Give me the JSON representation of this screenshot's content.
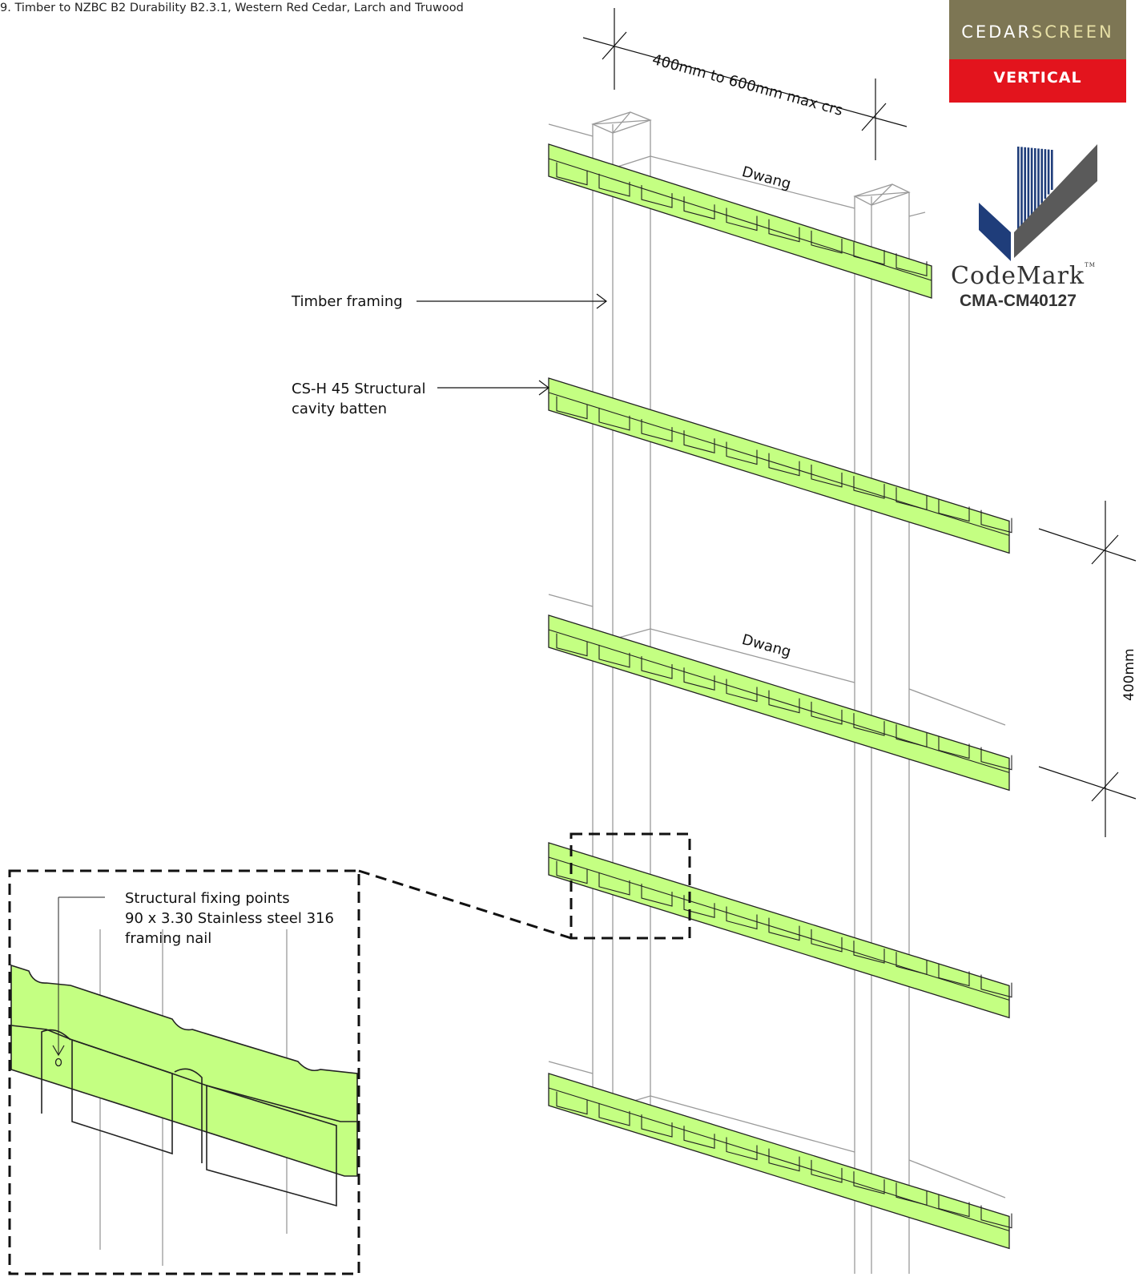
{
  "note": "9. Timber to NZBC B2 Durability B2.3.1, Western Red Cedar, Larch and Truwood",
  "logo": {
    "word_a": "CEDAR",
    "word_b": "SCREEN",
    "subtitle": "VERTICAL",
    "colors": {
      "top": "#7d7654",
      "bottom": "#e3141d",
      "accent_text": "#e6dfa5"
    }
  },
  "codemark": {
    "word": "CodeMark",
    "tm": "TM",
    "code": "CMA-CM40127",
    "colors": {
      "stripes": "#1f3d7a",
      "bar": "#5a5a5a"
    }
  },
  "labels": {
    "spacing_horizontal": "400mm to 600mm max crs",
    "spacing_vertical": "400mm",
    "dwang": "Dwang",
    "timber_framing": "Timber framing",
    "batten_line1": "CS-H 45 Structural",
    "batten_line2": "cavity batten",
    "fixing_line1": "Structural fixing points",
    "fixing_line2": "90 x 3.30 Stainless steel 316",
    "fixing_line3": "framing nail"
  },
  "colors": {
    "batten_fill": "#c4ff82",
    "line": "#222222",
    "frame_line": "#9a9a9a"
  }
}
